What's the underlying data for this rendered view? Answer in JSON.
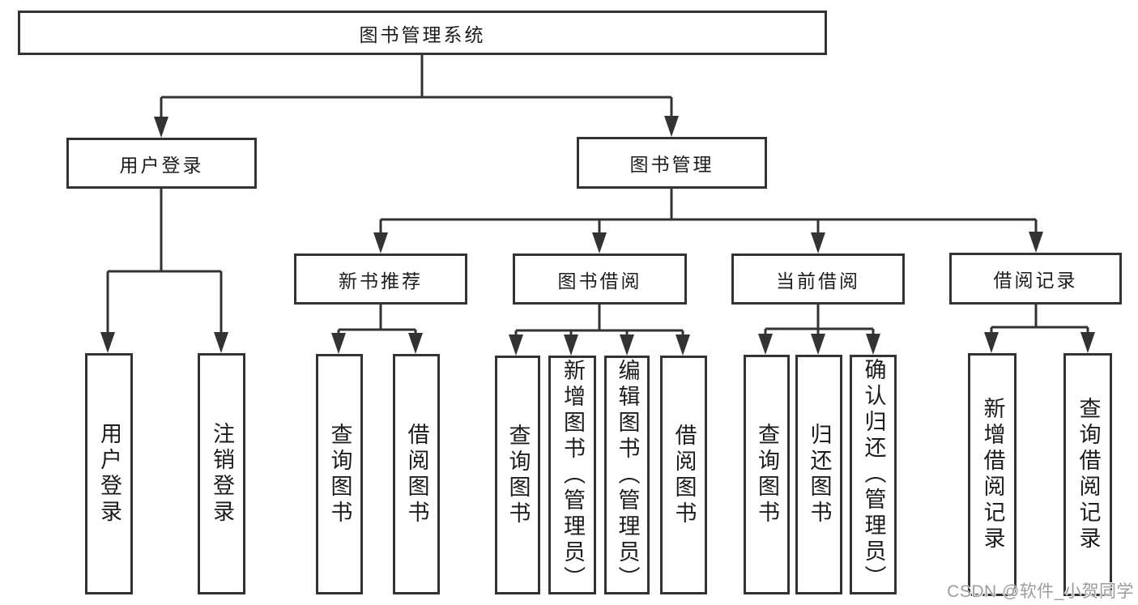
{
  "diagram": {
    "root": {
      "label": "图书管理系统"
    },
    "branches": {
      "user_login": {
        "label": "用户登录",
        "children": {
          "login": {
            "label": "用户登录"
          },
          "logout": {
            "label": "注销登录"
          }
        }
      },
      "book_mgmt": {
        "label": "图书管理",
        "children": {
          "new_book_rec": {
            "label": "新书推荐",
            "children": {
              "query_book": {
                "label": "查询图书"
              },
              "borrow_book": {
                "label": "借阅图书"
              }
            }
          },
          "book_borrow": {
            "label": "图书借阅",
            "children": {
              "query_book": {
                "label": "查询图书"
              },
              "add_book": {
                "label": "新增图书（管理员）"
              },
              "edit_book": {
                "label": "编辑图书（管理员）"
              },
              "borrow_book": {
                "label": "借阅图书"
              }
            }
          },
          "current_borrow": {
            "label": "当前借阅",
            "children": {
              "query_book": {
                "label": "查询图书"
              },
              "return_book": {
                "label": "归还图书"
              },
              "confirm_return": {
                "label": "确认归还（管理员）"
              }
            }
          },
          "borrow_records": {
            "label": "借阅记录",
            "children": {
              "add_record": {
                "label": "新增借阅记录"
              },
              "query_record": {
                "label": "查询借阅记录"
              }
            }
          }
        }
      }
    }
  },
  "watermark": {
    "text": "CSDN @软件_小贺同学"
  },
  "colors": {
    "line": "#333333",
    "text": "#1c1c1c",
    "watermark": "#9c9c9c",
    "background": "#ffffff"
  }
}
